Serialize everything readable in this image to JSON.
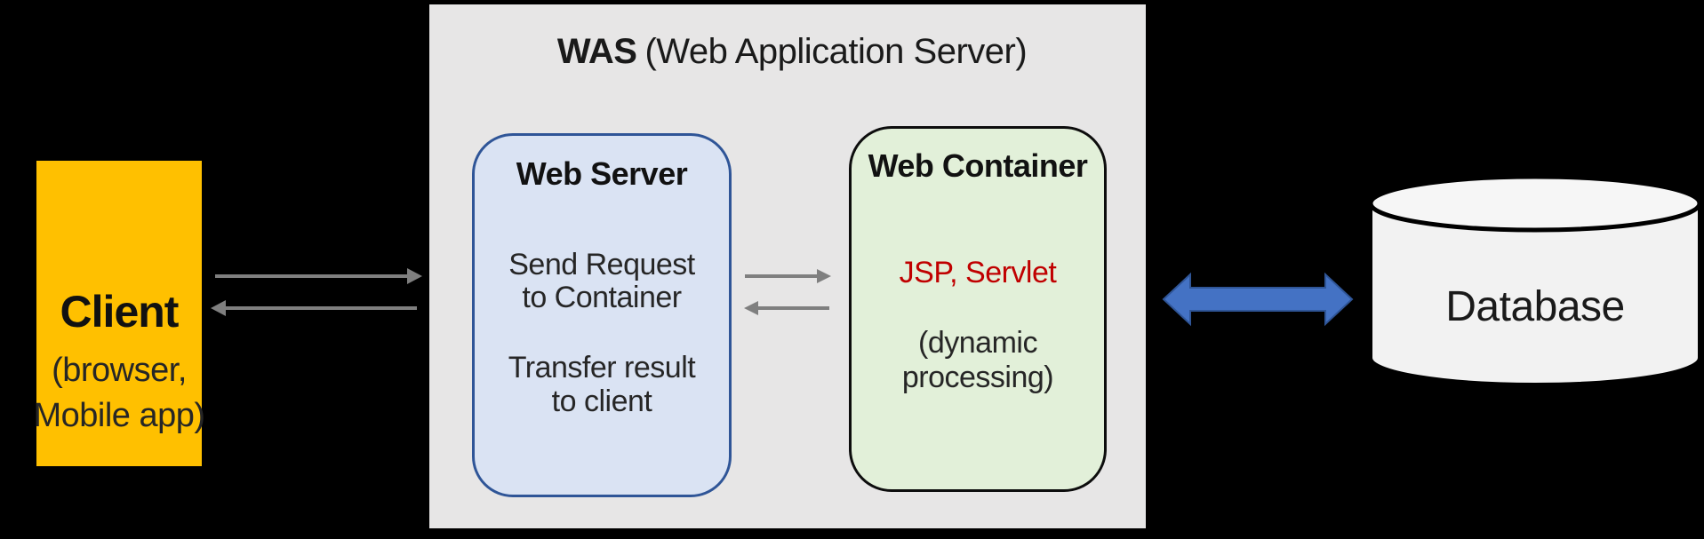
{
  "was": {
    "title_bold": "WAS",
    "title_rest": "(Web Application Server)"
  },
  "client": {
    "title": "Client",
    "subtitle_line1": "(browser,",
    "subtitle_line2": "Mobile app)"
  },
  "web_server": {
    "title": "Web Server",
    "line1": "Send Request",
    "line2": "to Container",
    "line3": "Transfer result",
    "line4": "to client"
  },
  "web_container": {
    "title": "Web Container",
    "tech": "JSP, Servlet",
    "note_line1": "(dynamic",
    "note_line2": "processing)"
  },
  "database": {
    "label": "Database"
  },
  "colors": {
    "background": "#000000",
    "client_fill": "#FFC000",
    "was_fill": "#E7E6E6",
    "web_server_fill": "#DAE3F3",
    "web_server_border": "#2F5597",
    "web_container_fill": "#E2F0D9",
    "web_container_border": "#0D0D0D",
    "tech_text": "#C00000",
    "gray_arrow": "#7F7F7F",
    "double_arrow_fill": "#4472C4",
    "double_arrow_border": "#2F5597",
    "database_fill": "#F2F2F2",
    "text": "#262626"
  }
}
